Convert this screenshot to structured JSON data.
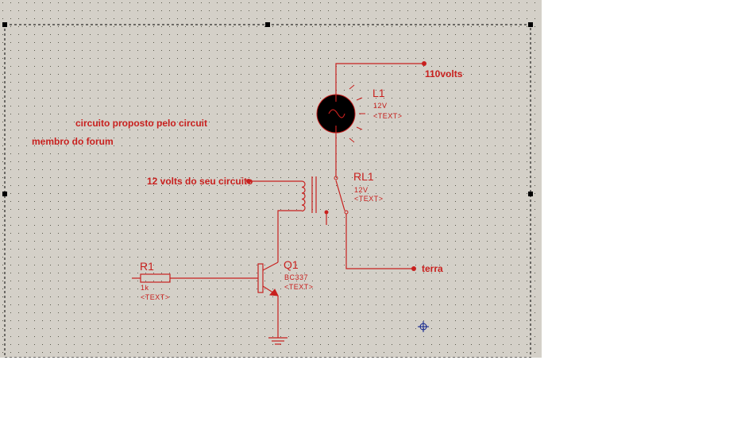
{
  "colors": {
    "background": "#d4d0c8",
    "grid_dot": "#58584a",
    "component": "#c8201e",
    "cursor": "#0a1e8c"
  },
  "annotations": {
    "line1": "circuito proposto pelo circuit",
    "line2": "membro do forum"
  },
  "nets": {
    "supply": "110volts",
    "input": "12 volts do seu circuito",
    "ground": "terra"
  },
  "components": {
    "lamp": {
      "ref": "L1",
      "value": "12V",
      "text": "<TEXT>"
    },
    "relay": {
      "ref": "RL1",
      "value": "12V",
      "text": "<TEXT>"
    },
    "transistor": {
      "ref": "Q1",
      "value": "BC337",
      "text": "<TEXT>"
    },
    "resistor": {
      "ref": "R1",
      "value": "1k",
      "text": "<TEXT>"
    }
  },
  "cursor_icon": "crosshair-icon"
}
